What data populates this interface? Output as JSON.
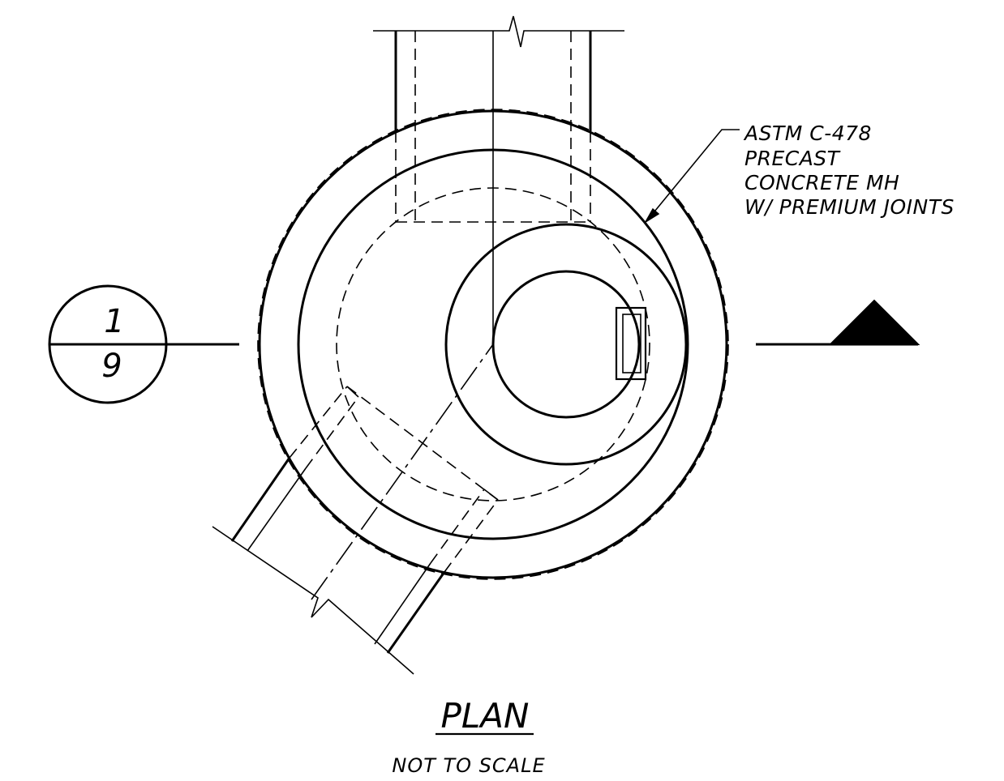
{
  "callout": {
    "lines": [
      "ASTM C-478",
      "PRECAST",
      "CONCRETE MH",
      "W/ PREMIUM JOINTS"
    ]
  },
  "section_tag": {
    "number": "1",
    "sheet": "9"
  },
  "title": "PLAN",
  "subtitle": "NOT TO SCALE",
  "colors": {
    "ink": "#000000",
    "background": "#ffffff"
  }
}
